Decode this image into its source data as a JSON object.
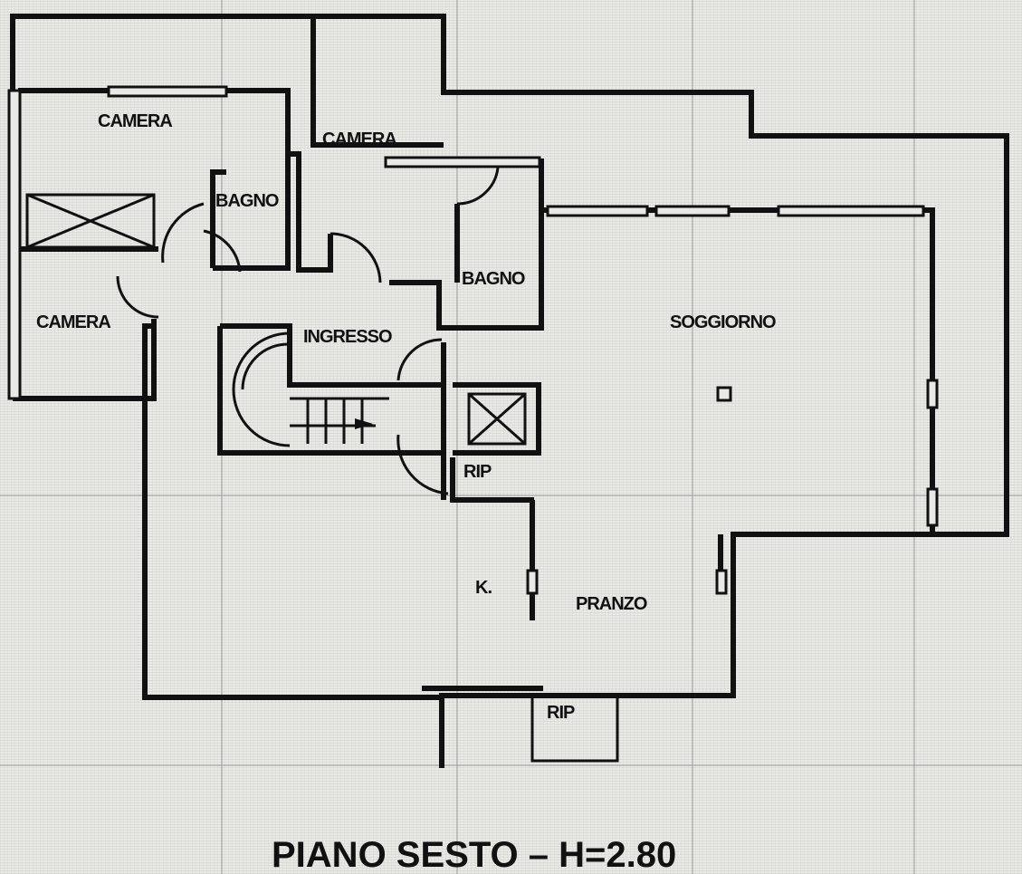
{
  "plan": {
    "title": "PIANO SESTO  –  H=2.80",
    "rooms": {
      "camera_nw": "CAMERA",
      "camera_n": "CAMERA",
      "camera_w": "CAMERA",
      "bagno_1": "BAGNO",
      "bagno_2": "BAGNO",
      "ingresso": "INGRESSO",
      "soggiorno": "SOGGIORNO",
      "rip_1": "RIP",
      "rip_2": "RIP",
      "k": "K.",
      "pranzo": "PRANZO"
    }
  }
}
